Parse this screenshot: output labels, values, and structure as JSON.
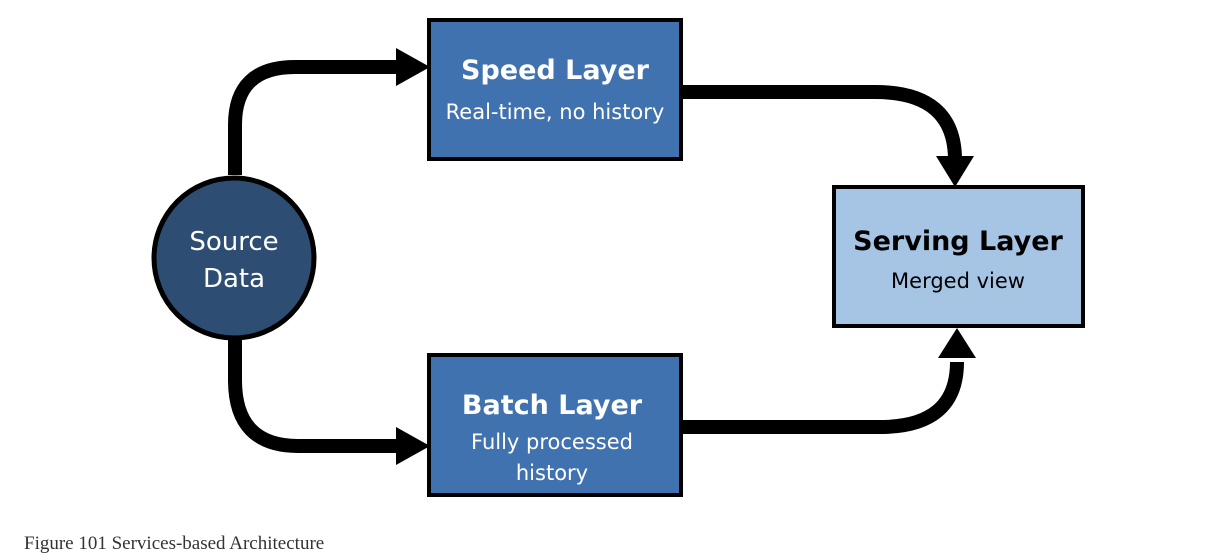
{
  "diagram": {
    "source": {
      "line1": "Source",
      "line2": "Data"
    },
    "speed": {
      "title": "Speed Layer",
      "subtitle": "Real-time, no history"
    },
    "batch": {
      "title": "Batch Layer",
      "subtitle1": "Fully processed",
      "subtitle2": "history"
    },
    "serving": {
      "title": "Serving Layer",
      "subtitle": "Merged view"
    }
  },
  "caption": "Figure 101 Services-based Architecture",
  "colors": {
    "source_fill": "#2d4d73",
    "layer_fill": "#4172b0",
    "serving_fill": "#a6c4e4",
    "border": "#000000",
    "arrow": "#000000"
  }
}
